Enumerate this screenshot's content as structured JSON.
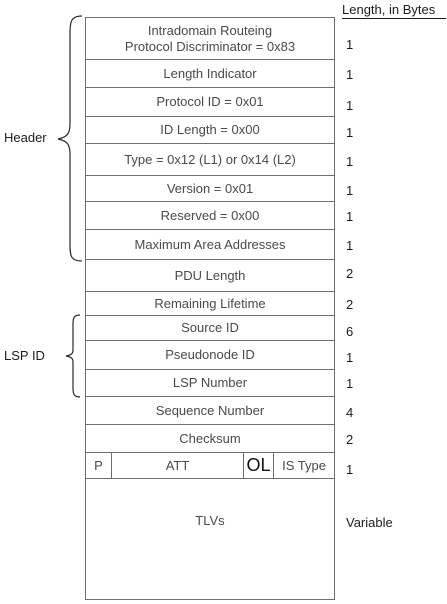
{
  "length_header": "Length, in Bytes",
  "groups": {
    "header": "Header",
    "lsp_id": "LSP ID"
  },
  "fields": [
    {
      "line1": "Intradomain Routeing",
      "line2": "Protocol Discriminator = 0x83",
      "length": "1"
    },
    {
      "label": "Length Indicator",
      "length": "1"
    },
    {
      "label": "Protocol ID = 0x01",
      "length": "1"
    },
    {
      "label": "ID Length = 0x00",
      "length": "1"
    },
    {
      "label": "Type = 0x12 (L1) or 0x14 (L2)",
      "length": "1"
    },
    {
      "label": "Version = 0x01",
      "length": "1"
    },
    {
      "label": "Reserved = 0x00",
      "length": "1"
    },
    {
      "label": "Maximum Area Addresses",
      "length": "1"
    },
    {
      "label": "PDU Length",
      "length": "2"
    },
    {
      "label": "Remaining Lifetime",
      "length": "2"
    },
    {
      "label": "Source ID",
      "length": "6"
    },
    {
      "label": "Pseudonode ID",
      "length": "1"
    },
    {
      "label": "LSP Number",
      "length": "1"
    },
    {
      "label": "Sequence Number",
      "length": "4"
    },
    {
      "label": "Checksum",
      "length": "2"
    }
  ],
  "flags_row": {
    "p": "P",
    "att": "ATT",
    "ol": "OL",
    "is_type": "IS Type",
    "length": "1"
  },
  "tlvs": {
    "label": "TLVs",
    "length": "Variable"
  }
}
